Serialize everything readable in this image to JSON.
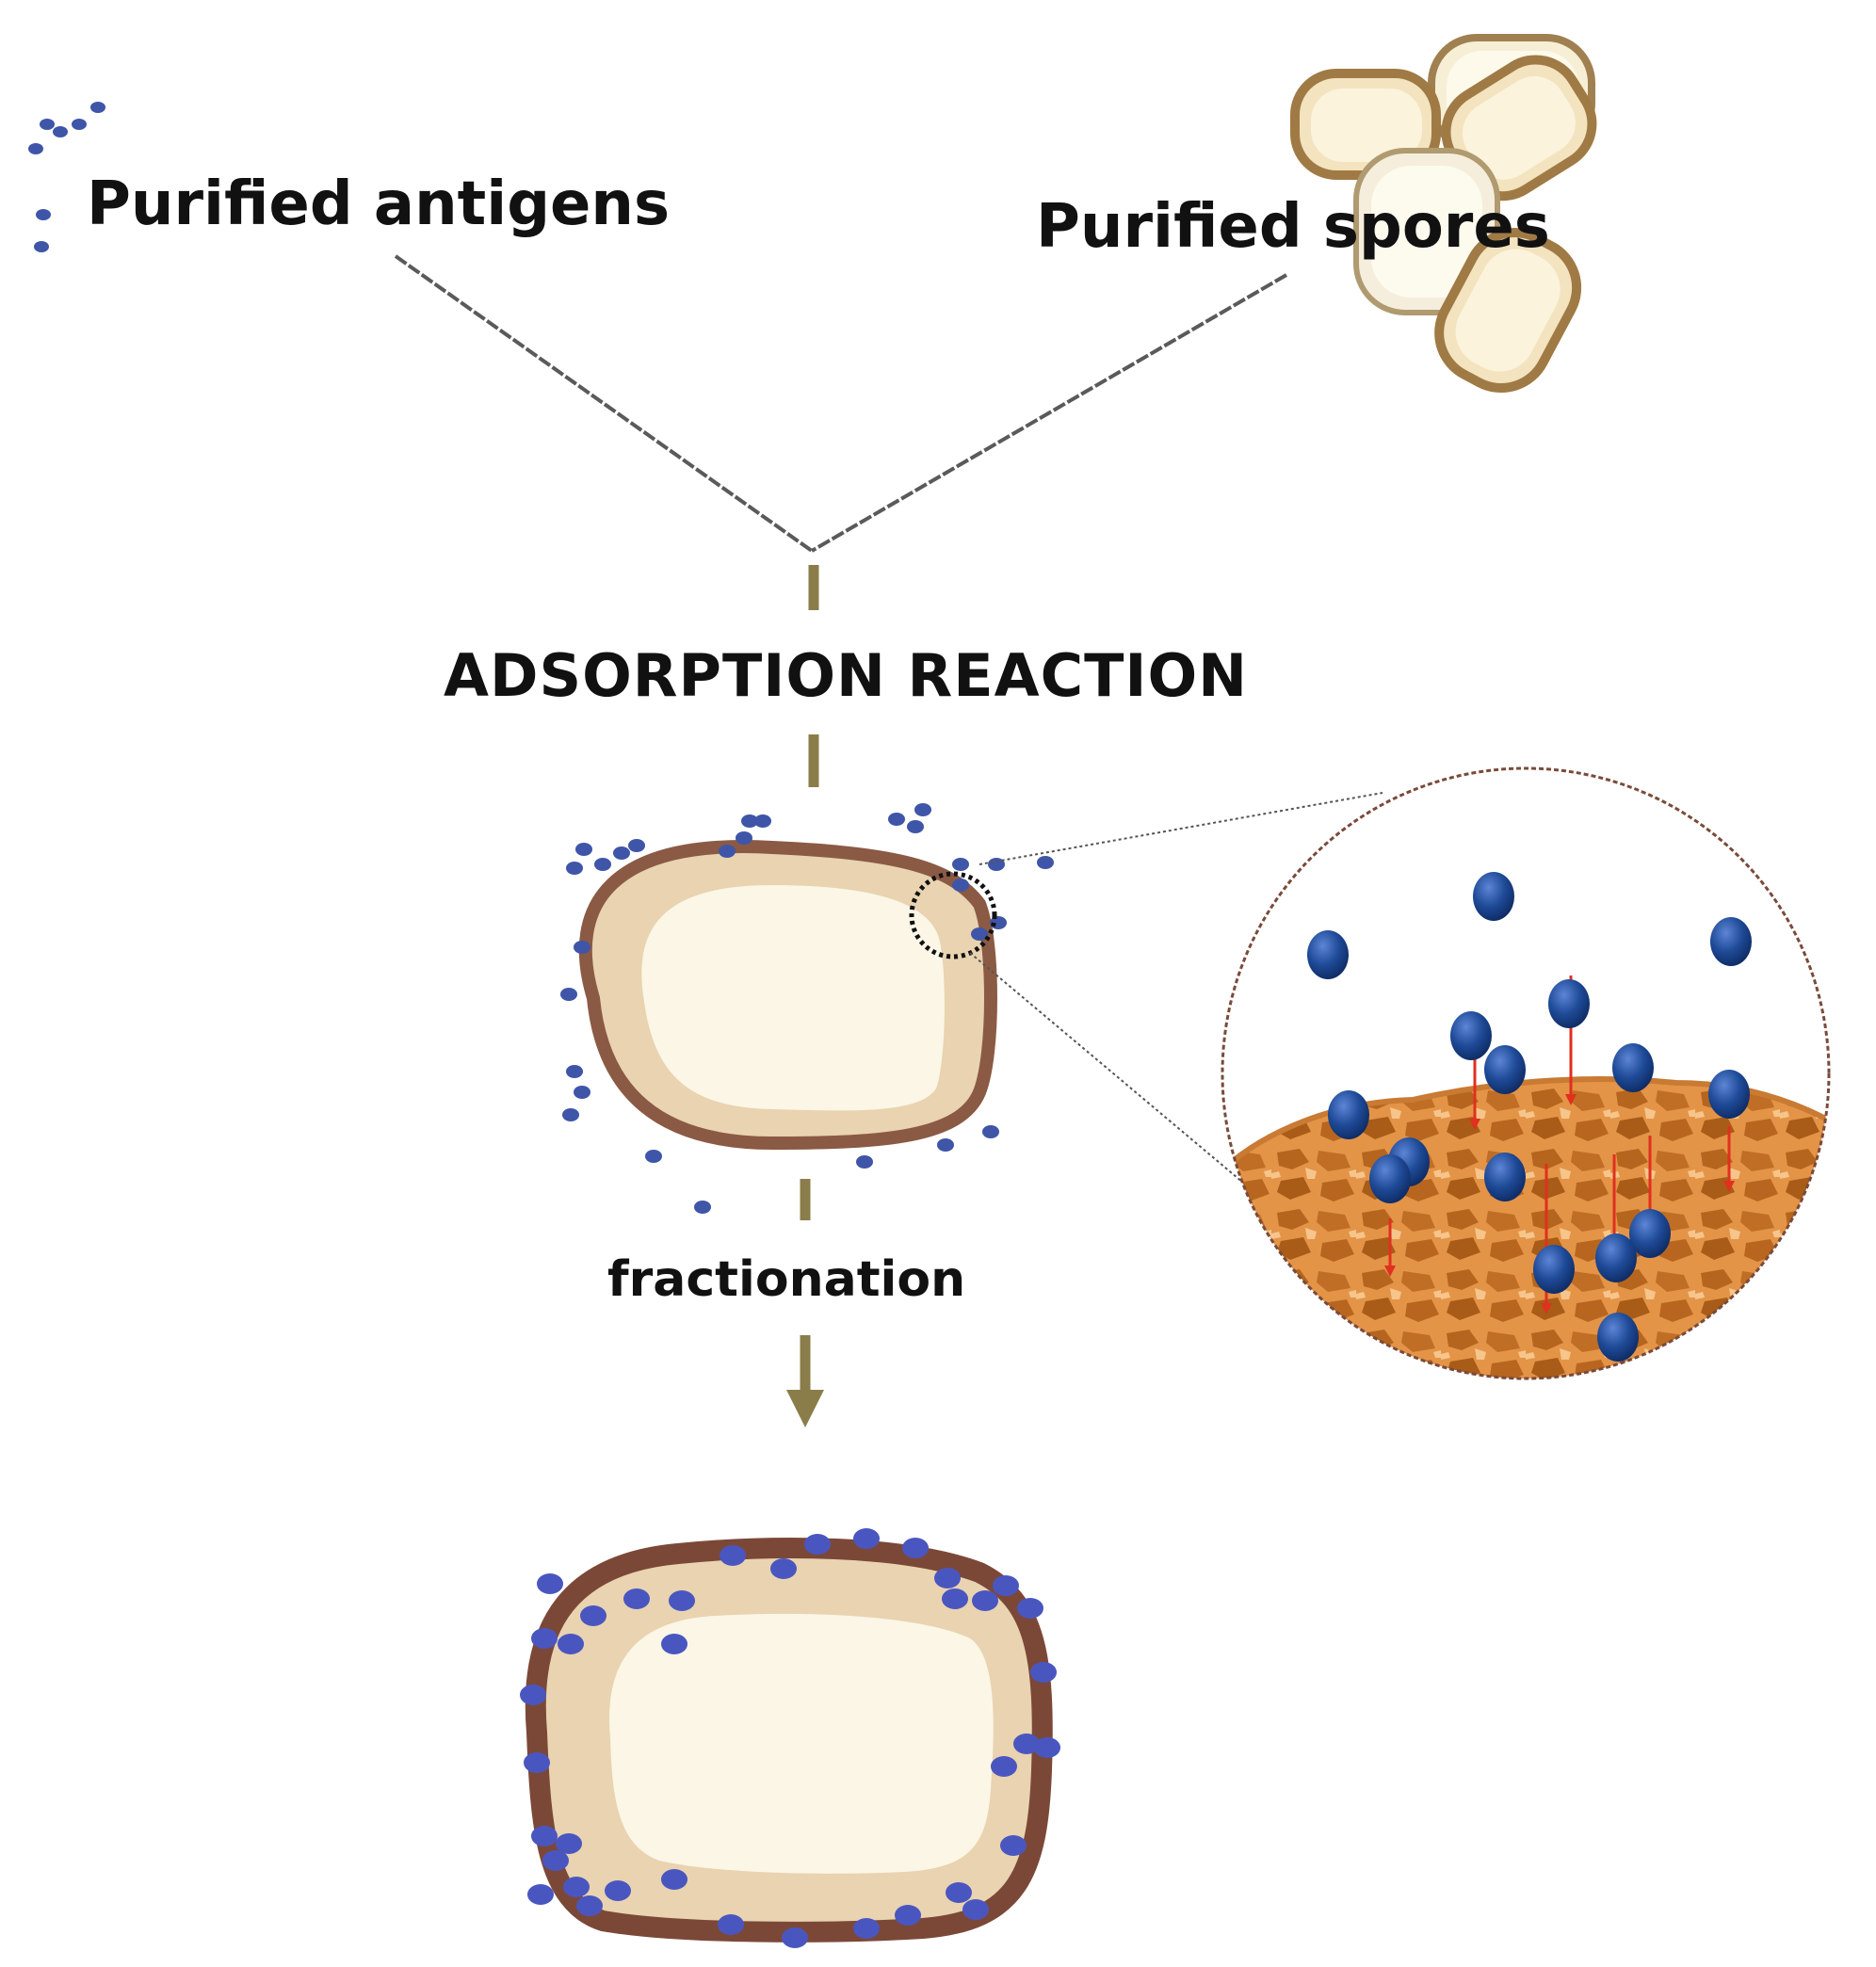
{
  "labels": {
    "antigens": "Purified antigens",
    "spores": "Purified spores",
    "reaction": "ADSORPTION REACTION",
    "step": "fractionation"
  },
  "colors": {
    "antigen": "#3f55a8",
    "antigen_dark": "#1d3f86",
    "spore_coat": "#8b5a44",
    "spore_cortex": "#e9d3b0",
    "spore_core": "#fbf6e6",
    "arrow": "#8a7d4a",
    "surface": "#d88a3c",
    "surface_light": "#f0b471",
    "adsorption_arrow": "#e0301e"
  }
}
